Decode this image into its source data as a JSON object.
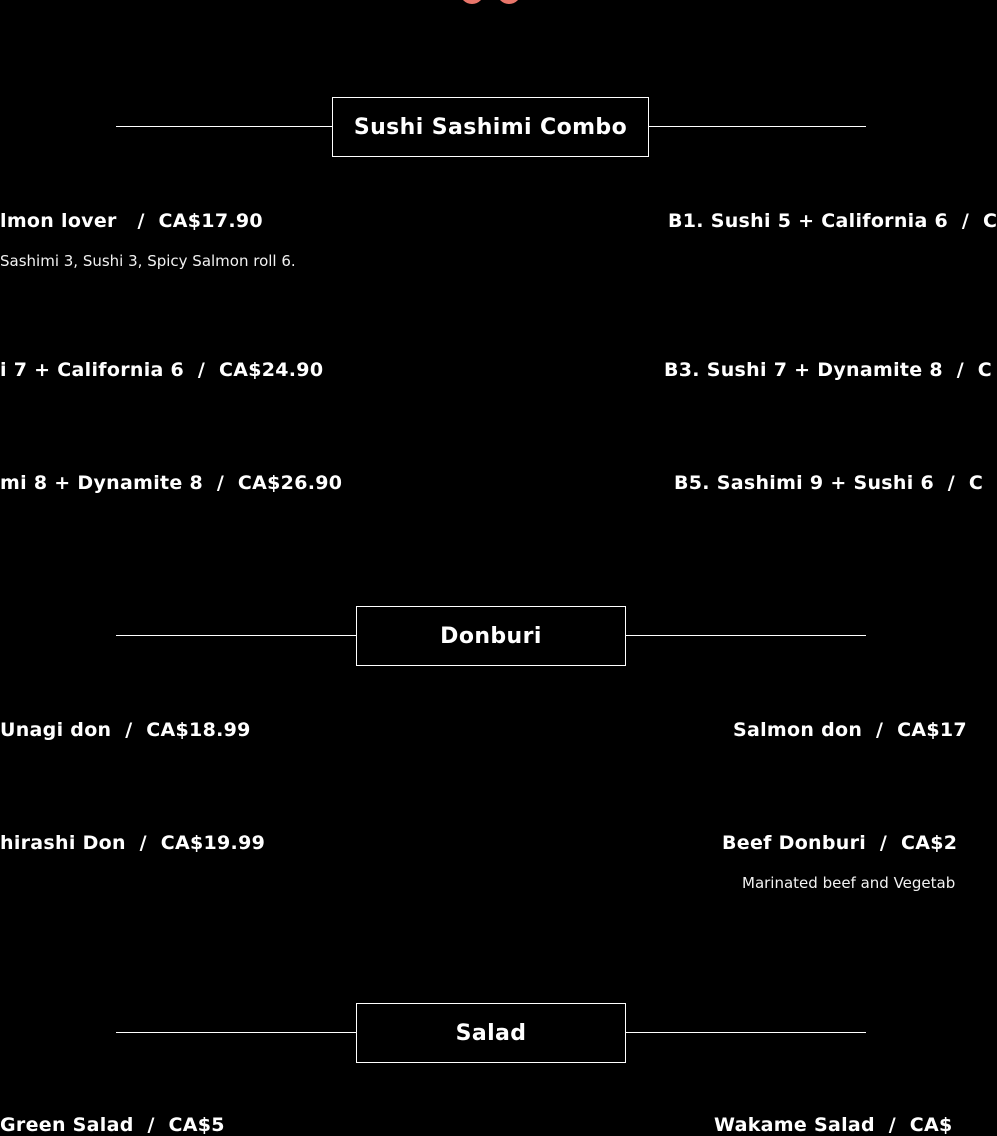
{
  "accent_color": "#e8756a",
  "sections": {
    "sushi": {
      "title": "Sushi Sashimi Combo",
      "items": [
        {
          "title": "lmon lover   /  CA$17.90",
          "desc": "Sashimi 3, Sushi 3, Spicy Salmon roll 6."
        },
        {
          "title": "B1. Sushi 5 + California 6  /  C"
        },
        {
          "title": "i 7 + California 6  /  CA$24.90"
        },
        {
          "title": "B3. Sushi 7 + Dynamite 8  /  C"
        },
        {
          "title": "mi 8 + Dynamite 8  /  CA$26.90"
        },
        {
          "title": "B5. Sashimi 9 + Sushi 6  /  C"
        }
      ]
    },
    "donburi": {
      "title": "Donburi",
      "items": [
        {
          "title": "Unagi don  /  CA$18.99"
        },
        {
          "title": "Salmon don  /  CA$17"
        },
        {
          "title": "hirashi Don  /  CA$19.99"
        },
        {
          "title": "Beef Donburi  /  CA$2",
          "desc": "Marinated beef and Vegetab"
        }
      ]
    },
    "salad": {
      "title": "Salad",
      "items": [
        {
          "title": "Green Salad  /  CA$5"
        },
        {
          "title": "Wakame Salad  /  CA$"
        }
      ]
    }
  }
}
